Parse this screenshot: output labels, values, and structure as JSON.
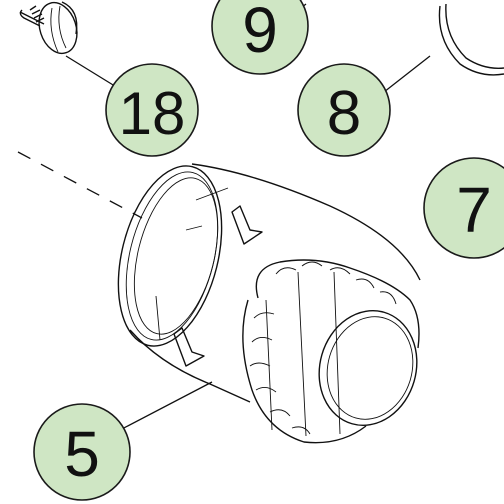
{
  "callouts": [
    {
      "id": "c18",
      "label": "18"
    },
    {
      "id": "c9",
      "label": "9"
    },
    {
      "id": "c8",
      "label": "8"
    },
    {
      "id": "c7",
      "label": "7"
    },
    {
      "id": "c5",
      "label": "5"
    }
  ],
  "colors": {
    "callout_fill": "#cfe6c4",
    "line": "#111111",
    "background": "#ffffff"
  }
}
